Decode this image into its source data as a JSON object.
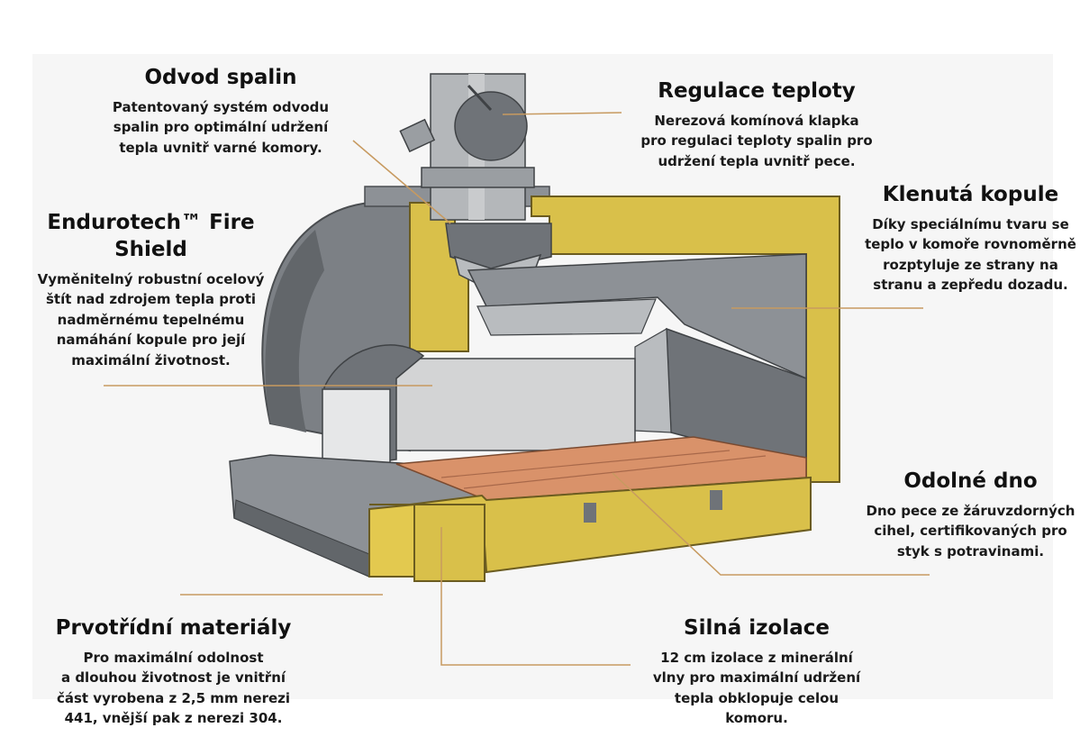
{
  "labels": {
    "odvod_spalin": {
      "title": "Odvod spalin",
      "desc": "Patentovaný systém odvodu\nspalin pro optimální udržení\ntepla uvnitř varné komory."
    },
    "regulace_teploty": {
      "title": "Regulace teploty",
      "desc": "Nerezová komínová klapka\npro regulaci teploty spalin pro\nudržení tepla uvnitř pece."
    },
    "fire_shield": {
      "title": "Endurotech™ Fire\nShield",
      "desc": "Vyměnitelný robustní ocelový\nštít nad zdrojem tepla proti\nnadměrnému tepelnému\nnamáhání kopule pro její\nmaximální životnost."
    },
    "klenuta_kopule": {
      "title": "Klenutá kopule",
      "desc": "Díky speciálnímu tvaru se\nteplo  v komoře rovnoměrně\nrozptyluje  ze strany na\nstranu a zepředu dozadu."
    },
    "odolne_dno": {
      "title": "Odolné dno",
      "desc": "Dno pece ze žáruvzdorných\ncihel, certifikovaných pro\nstyk s potravinami."
    },
    "prvotridni_materialy": {
      "title": "Prvotřídní materiály",
      "desc": "Pro maximální odolnost\na dlouhou životnost je vnitřní\nčást vyrobena z 2,5 mm nerezi\n441, vnější pak z nerezi 304."
    },
    "silna_izolace": {
      "title": "Silná izolace",
      "desc": "12 cm izolace z minerální\nvlny pro maximální udržení\ntepla obklopuje celou\nkomoru."
    }
  },
  "colors": {
    "insulation": "#d9c04a",
    "steel_dark": "#6f7378",
    "steel_mid": "#8d9196",
    "steel_light": "#b9bcbf",
    "brick": "#d9926a",
    "leader": "#c79a60"
  }
}
